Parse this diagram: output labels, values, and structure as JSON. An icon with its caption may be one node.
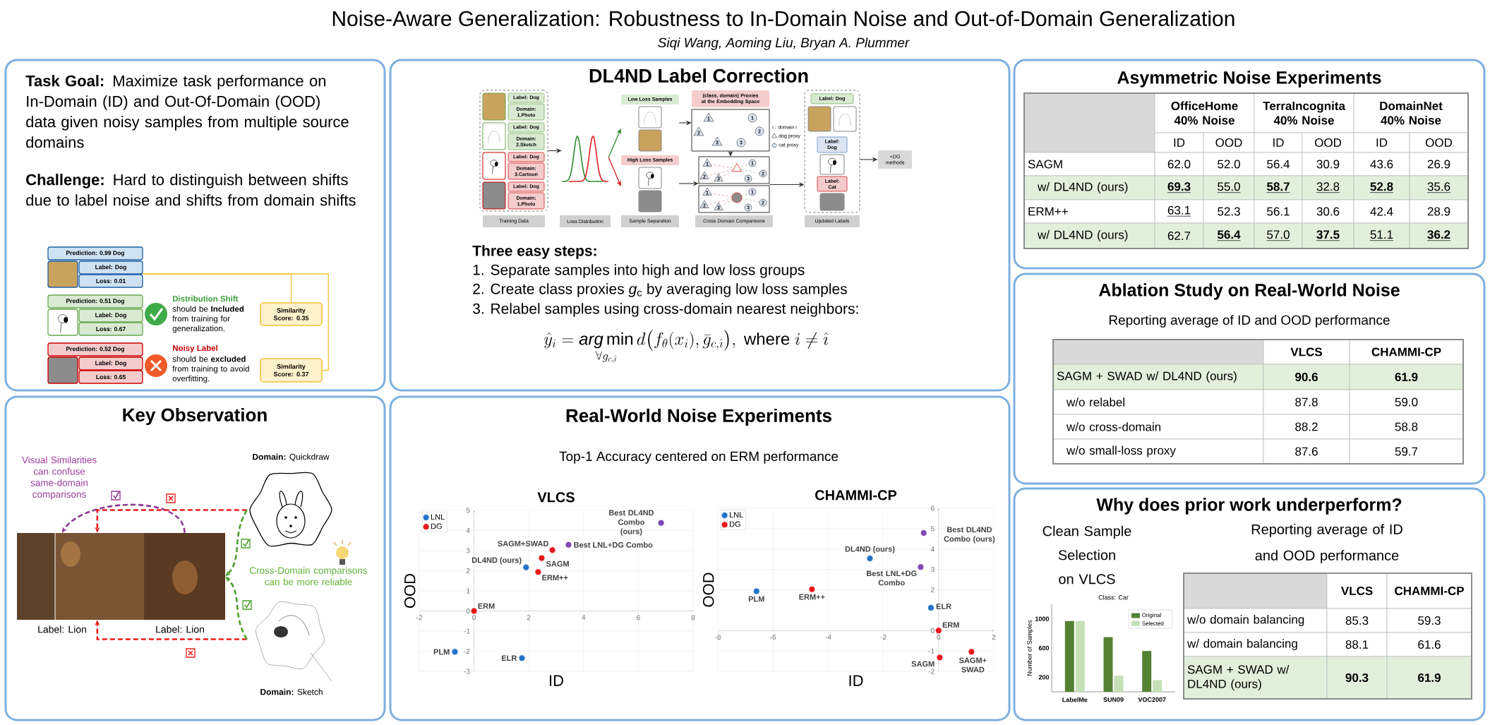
{
  "diagram": {
    "title": "Noise-Aware Generalization: Robustness to In-Domain Noise and Out-of-Domain Generalization",
    "nodes": [
      {
        "text": [
          "**Task Goal:** Maximize task performance on In-Domain (ID) and Out-Of-Domain (OOD) data given noisy samples from multiple source domains",
          "**Challenge:** Hard to distinguish between shifts due to label noise and shifts from domain shifts"
        ]
      },
      {
        "text": [
          "Prediction: 0.99 Dog",
          "Label: Dog",
          "Loss: 0.01"
        ],
        "in": 0
      },
      {
        "text": [
          "Prediction: 0.51 Dog",
          "Label: Dog",
          "Loss: 0.67"
        ],
        "in": 0
      },
      {
        "text": [
          "Prediction: 0.52 Dog",
          "Label: Dog",
          "Loss: 0.65"
        ],
        "in": 0
      },
      {
        "text": [
          "Similarity Score: 0.35"
        ],
        "in": 0
      },
      {
        "text": [
          "Similarity Score: 0.37"
        ],
        "in": 0
      },
      {
        "text": [
          "DL4ND Label Correction",
          "Three easy steps:",
          "1. Separate samples into high and low loss groups",
          "2. Create class proxies *g*$_{c}$ by averaging low loss samples",
          "3. Relabel samples using cross-domain nearest neighbors:",
          "\\hat{y}_i = \\underset{\\forall g_{c,\\hat{\\imath}}}{\\mathit{arg}\\min}\\, d\\big(f_{\\theta}(x_i), \\bar{g}_{c,\\hat{\\imath}}\\big), \\text{ where } i \\neq \\hat{\\imath}"
        ]
      },
      {
        "text": [
          "Label: Dog",
          "Domain: 1.Photo",
          "Label: Dog",
          "Domain: 2.Sketch",
          "Label: Dog",
          "Domain: 3.Cartoon",
          "Label: Dog",
          "Domain: 1.Photo"
        ],
        "in": 6
      },
      {
        "text": [],
        "shape": "picture",
        "in": 6
      },
      {
        "text": [
          "Low Loss Samples"
        ],
        "in": 6
      },
      {
        "text": [
          "High Loss Samples"
        ],
        "in": 6
      },
      {
        "text": [
          "(class, domain) Proxies at the Embedding Space",
          "1",
          "1",
          "2",
          "2",
          "3",
          "3"
        ],
        "beside": [
          "i : domain i",
          "dog proxy",
          "cat proxy"
        ],
        "in": 6
      },
      {
        "text": [
          "1",
          "1",
          "2",
          "2",
          "3",
          "3",
          "1",
          "1",
          "2",
          "2",
          "3",
          "3"
        ],
        "in": 6
      },
      {
        "text": [
          "Label: Dog",
          "Label: Dog",
          "Label: Cat"
        ],
        "in": 6
      },
      {
        "text": [
          "+DG methods"
        ],
        "in": 6
      },
      {
        "text": [
          "Training Data"
        ],
        "in": 6
      },
      {
        "text": [
          "Loss Distribution"
        ],
        "in": 6
      },
      {
        "text": [
          "Sample Separation"
        ],
        "in": 6
      },
      {
        "text": [
          "Cross Domain Comparisons"
        ],
        "in": 6
      },
      {
        "text": [
          "Updated Labels"
        ],
        "in": 6
      },
      {
        "text": [
          "Asymmetric Noise Experiments"
        ]
      },
      {
        "text": [
          "Ablation Study on Real-World Noise",
          "Reporting average of ID and OOD performance"
        ]
      },
      {
        "text": [
          "Key Observation"
        ]
      },
      {
        "text": [],
        "shape": "picture",
        "beside": [
          "Label: Lion"
        ],
        "in": 22
      },
      {
        "text": [],
        "shape": "picture",
        "beside": [
          "Label: Lion"
        ],
        "in": 22
      },
      {
        "text": [],
        "shape": "picture",
        "beside": [
          "**Domain:** Quickdraw"
        ],
        "in": 22
      },
      {
        "text": [],
        "shape": "picture",
        "beside": [
          "**Domain:** Sketch"
        ],
        "in": 22
      },
      {
        "text": [
          "Real-World Noise Experiments",
          "Top-1 Accuracy centered on ERM performance"
        ]
      },
      {
        "text": [
          "Why does prior work underperform?",
          "Clean Sample Selection on VLCS",
          "Reporting average of ID and OOD performance"
        ]
      }
    ],
    "edges": [
      {
        "from": 1,
        "to": 4,
        "arrow": "none",
        "color": "#f1c232"
      },
      {
        "from": 1,
        "to": 5,
        "arrow": "none",
        "color": "#f1c232"
      },
      {
        "from": 7,
        "to": 8,
        "arrow": "to"
      },
      {
        "from": 8,
        "to": 9,
        "arrow": "to",
        "color": "#2e8b2e"
      },
      {
        "from": 8,
        "to": 10,
        "arrow": "to",
        "color": "#e02020"
      },
      {
        "from": 9,
        "to": 11,
        "arrow": "to"
      },
      {
        "from": 10,
        "to": 12,
        "arrow": "to"
      },
      {
        "from": 11,
        "to": 12,
        "arrow": "to"
      },
      {
        "from": 12,
        "to": 13,
        "arrow": "to"
      },
      {
        "from": 13,
        "to": 14,
        "arrow": "to"
      },
      {
        "from": 24,
        "to": 23,
        "arrow": "to",
        "style": "dashed",
        "color": "#8e3a93"
      },
      {
        "from": 25,
        "to": 23,
        "arrow": "to",
        "style": "dashed",
        "color": "#ee1c1c"
      },
      {
        "from": 26,
        "to": 23,
        "arrow": "to",
        "style": "dashed",
        "color": "#ee1c1c"
      },
      {
        "from": 25,
        "to": 24,
        "arrow": "to",
        "style": "dashed",
        "color": "#4aa02c"
      },
      {
        "from": 26,
        "to": 24,
        "arrow": "to",
        "style": "dashed",
        "color": "#4aa02c"
      }
    ],
    "labels": [
      "Siqi Wang, Aoming Liu, Bryan A. Plummer",
      "Distribution Shift",
      "should be **Included** from training for generalization.",
      "Noisy Label",
      "should be **excluded** from training to avoid overfitting.",
      "OfficeHome 40% Noise",
      "TerraIncognita 40% Noise",
      "DomainNet 40% Noise",
      "ID",
      "OOD",
      "ID",
      "OOD",
      "ID",
      "OOD",
      "SAGM",
      "62.0",
      "52.0",
      "56.4",
      "30.9",
      "43.6",
      "26.9",
      "w/ DL4ND (ours)",
      "69.3",
      "55.0",
      "58.7",
      "32.8",
      "52.8",
      "35.6",
      "ERM++",
      "63.1",
      "52.3",
      "56.1",
      "30.6",
      "42.4",
      "28.9",
      "w/ DL4ND (ours)",
      "62.7",
      "56.4",
      "57.0",
      "37.5",
      "51.1",
      "36.2",
      "VLCS",
      "CHAMMI-CP",
      "SAGM + SWAD w/ DL4ND (ours)",
      "90.6",
      "61.9",
      "w/o relabel",
      "87.8",
      "59.0",
      "w/o cross-domain",
      "88.2",
      "58.8",
      "w/o small-loss proxy",
      "87.6",
      "59.7",
      "Visual Similarities can confuse same-domain comparisons",
      "Cross-Domain comparisons can be more reliable",
      "VLCS",
      "CHAMMI-CP",
      "w/o domain balancing",
      "85.3",
      "59.3",
      "w/ domain balancing",
      "88.1",
      "61.6",
      "SAGM + SWAD w/ DL4ND (ours)",
      "90.3",
      "61.9"
    ],
    "chart_data": [
      {
        "type": "scatter",
        "title": "VLCS",
        "xlabel": "ID",
        "ylabel": "OOD",
        "xlim": [
          -2,
          8
        ],
        "ylim": [
          -3,
          5
        ],
        "xticks": [
          -2,
          0,
          2,
          4,
          6,
          8
        ],
        "yticks": [
          -3,
          -2,
          -1,
          0,
          1,
          2,
          3,
          4,
          5
        ],
        "legend": "upper left",
        "grid": true,
        "x": [
          1.9,
          -0.7,
          1.75,
          0,
          2.86,
          2.47,
          2.34,
          6.83,
          3.45
        ],
        "series": [
          {
            "name": "LNL",
            "color": "#2273c9",
            "values": [
              2.17,
              -2.03,
              -2.34,
              null,
              null,
              null,
              null,
              null,
              null
            ]
          },
          {
            "name": "DG",
            "color": "#e8191b",
            "values": [
              null,
              null,
              null,
              0,
              3.03,
              2.63,
              1.94,
              null,
              null
            ]
          },
          {
            "color": "#7e49b5",
            "values": [
              null,
              null,
              null,
              null,
              null,
              null,
              null,
              4.38,
              3.29
            ]
          }
        ],
        "annotations": [
          {
            "x": 6.83,
            "y": 4.38,
            "text": "Best DL4ND Combo (ours)"
          },
          {
            "x": 2.86,
            "y": 3.03,
            "text": "SAGM+SWAD"
          },
          {
            "x": 3.45,
            "y": 3.29,
            "text": "Best LNL+DG Combo"
          },
          {
            "x": 1.9,
            "y": 2.17,
            "text": "DL4ND (ours)"
          },
          {
            "x": 2.47,
            "y": 2.63,
            "text": "SAGM"
          },
          {
            "x": 2.34,
            "y": 1.94,
            "text": "ERM++"
          },
          {
            "x": 0,
            "y": 0,
            "text": "ERM"
          },
          {
            "x": -0.7,
            "y": -2.03,
            "text": "PLM"
          },
          {
            "x": 1.75,
            "y": -2.34,
            "text": "ELR"
          }
        ]
      },
      {
        "type": "scatter",
        "title": "CHAMMI-CP",
        "xlabel": "ID",
        "ylabel": "OOD",
        "xlim": [
          -8,
          2
        ],
        "ylim": [
          -2,
          6
        ],
        "xticks": [
          -8,
          -6,
          -4,
          -2,
          0,
          2
        ],
        "yticks": [
          -2,
          -1,
          0,
          2,
          3,
          4,
          5,
          6
        ],
        "legend": "upper left",
        "grid": true,
        "x": [
          -6.6,
          -2.49,
          -0.28,
          -4.59,
          0,
          0.04,
          1.19,
          -0.54,
          -0.65
        ],
        "series": [
          {
            "name": "LNL",
            "color": "#2273c9",
            "values": [
              1.93,
              3.54,
              1.12,
              null,
              null,
              null,
              null,
              null,
              null
            ]
          },
          {
            "name": "DG",
            "color": "#e8191b",
            "values": [
              null,
              null,
              null,
              2.03,
              0,
              -1.32,
              -1.04,
              null,
              null
            ]
          },
          {
            "color": "#7e49b5",
            "values": [
              null,
              null,
              null,
              null,
              null,
              null,
              null,
              4.79,
              3.12
            ]
          }
        ],
        "annotations": [
          {
            "x": -0.54,
            "y": 4.79,
            "text": "Best DL4ND Combo (ours)"
          },
          {
            "x": -2.49,
            "y": 3.54,
            "text": "DL4ND (ours)"
          },
          {
            "x": -0.65,
            "y": 3.12,
            "text": "Best LNL+DG Combo"
          },
          {
            "x": -6.6,
            "y": 1.93,
            "text": "PLM"
          },
          {
            "x": -4.59,
            "y": 2.03,
            "text": "ERM++"
          },
          {
            "x": -0.28,
            "y": 1.12,
            "text": "ELR"
          },
          {
            "x": 0,
            "y": 0,
            "text": "ERM"
          },
          {
            "x": 0.04,
            "y": -1.32,
            "text": "SAGM"
          },
          {
            "x": 1.19,
            "y": -1.04,
            "text": "SAGM+ SWAD"
          }
        ]
      },
      {
        "type": "bar",
        "title": "Class: Car",
        "ylabel": "Number of Samples",
        "categories": [
          "LabelMe",
          "SUN09",
          "VOC2007"
        ],
        "ylim": [
          0,
          1200
        ],
        "yticks": [
          200,
          600,
          1000
        ],
        "legend": "upper right",
        "series": [
          {
            "name": "Original",
            "color": "#548235",
            "values": [
              970,
              750,
              560
            ]
          },
          {
            "name": "Selected",
            "color": "#c5e0b4",
            "values": [
              970,
              220,
              160
            ]
          }
        ]
      }
    ]
  }
}
